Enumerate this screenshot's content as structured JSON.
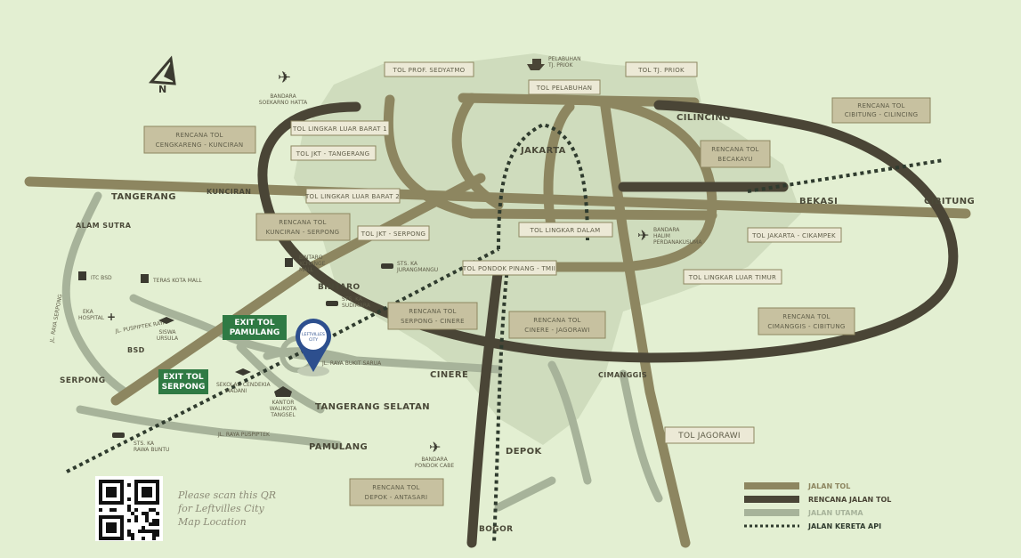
{
  "colors": {
    "background": "#e3efd2",
    "city_area": "#cfdcbd",
    "toll_road": "#8d8660",
    "planned_toll": "#4a4536",
    "main_road": "#a7b39a",
    "railway": "#2f3b2e",
    "exit_sign": "#2f7a44",
    "pin": "#2d4f8e"
  },
  "signs": {
    "prof_sedyatmo": "TOL PROF. SEDYATMO",
    "pelabuhan": "TOL PELABUHAN",
    "tj_priok": "TOL TJ. PRIOK",
    "rencana_cibitung_cilincing": [
      "RENCANA TOL",
      "CIBITUNG - CILINCING"
    ],
    "rencana_cengkareng_kunciran": [
      "RENCANA TOL",
      "CENGKARENG - KUNCIRAN"
    ],
    "lingkar_luar_barat1": "TOL LINGKAR LUAR BARAT 1",
    "jkt_tangerang": "TOL JKT - TANGERANG",
    "rencana_becakayu": [
      "RENCANA TOL",
      "BECAKAYU"
    ],
    "lingkar_luar_barat2": "TOL LINGKAR LUAR BARAT 2",
    "rencana_kunciran_serpong": [
      "RENCANA TOL",
      "KUNCIRAN - SERPONG"
    ],
    "jkt_serpong": "TOL JKT - SERPONG",
    "lingkar_dalam": "TOL LINGKAR DALAM",
    "jakarta_cikampek": "TOL JAKARTA - CIKAMPEK",
    "pondok_pinang_tmii": "TOL PONDOK PINANG - TMII",
    "lingkar_luar_timur": "TOL LINGKAR LUAR TIMUR",
    "rencana_serpong_cinere": [
      "RENCANA TOL",
      "SERPONG - CINERE"
    ],
    "rencana_cinere_jagorawi": [
      "RENCANA TOL",
      "CINERE - JAGORAWI"
    ],
    "rencana_cimanggis_cibitung": [
      "RENCANA TOL",
      "CIMANGGIS - CIBITUNG"
    ],
    "jagorawi": "TOL JAGORAWI",
    "rencana_depok_antasari": [
      "RENCANA TOL",
      "DEPOK - ANTASARI"
    ]
  },
  "places": {
    "jakarta": "JAKARTA",
    "cilincing": "CILINCING",
    "tangerang": "TANGERANG",
    "kunciran": "KUNCIRAN",
    "bekasi": "BEKASI",
    "cibitung": "CIBITUNG",
    "alam_sutra": "ALAM SUTRA",
    "bintaro": "BINTARO",
    "bsd": "BSD",
    "serpong": "SERPONG",
    "cinere": "CINERE",
    "cimanggis": "CIMANGGIS",
    "tangerang_selatan": "TANGERANG SELATAN",
    "pamulang": "PAMULANG",
    "depok": "DEPOK",
    "bogor": "BOGOR"
  },
  "landmarks": {
    "pelabuhan_tj_priok": [
      "PELABUHAN",
      "TJ. PRIOK"
    ],
    "bandara_soekarno_hatta": [
      "BANDARA",
      "SOEKARNO HATTA"
    ],
    "bandara_halim": [
      "BANDARA",
      "HALIM",
      "PERDANAKUSUMA"
    ],
    "bintaro_xchange": [
      "BINTARO",
      "XCHANGE",
      "MALL"
    ],
    "stasiun_jurangmangu": [
      "STS. KA",
      "JURANGMANGU"
    ],
    "ic_bsd": "ITC BSD",
    "teras_kota": "TERAS KOTA MALL",
    "stasiun_sudimara": [
      "STS. KA",
      "SUDIMARA"
    ],
    "eka_hospital": [
      "EKA",
      "HOSPITAL"
    ],
    "jl_raya_serpong": "JL. RAYA SERPONG",
    "jl_puspiptek_top": "JL. PUSPIPTEK RAYA",
    "siswa_ursula": [
      "SISWA",
      "URSULA"
    ],
    "sekolah_madani": [
      "SEKOLAH CENDEKIA",
      "MADANI"
    ],
    "kantor_walikota": [
      "KANTOR",
      "WALIKOTA",
      "TANGSEL"
    ],
    "jl_raya_bukit": "JL. RAYA BUKIT SARUA",
    "stasiun_rawa_buntu": [
      "STS. KA",
      "RAWA BUNTU"
    ],
    "jl_puspiptek": "JL. RAYA PUSPIPTEK",
    "bandara_pondok_cabe": [
      "BANDARA",
      "PONDOK CABE"
    ],
    "pin_logo": [
      "LEFTVILLES",
      "CITY"
    ]
  },
  "exits": {
    "pamulang": [
      "EXIT TOL",
      "PAMULANG"
    ],
    "serpong": [
      "EXIT TOL",
      "SERPONG"
    ]
  },
  "compass": "N",
  "qr": {
    "text": [
      "Please scan this QR",
      "for Leftvilles City",
      "Map Location"
    ]
  },
  "legend": [
    {
      "label": "JALAN TOL",
      "style": "toll"
    },
    {
      "label": "RENCANA JALAN TOL",
      "style": "planned"
    },
    {
      "label": "JALAN UTAMA",
      "style": "main"
    },
    {
      "label": "JALAN KERETA API",
      "style": "rail"
    }
  ]
}
